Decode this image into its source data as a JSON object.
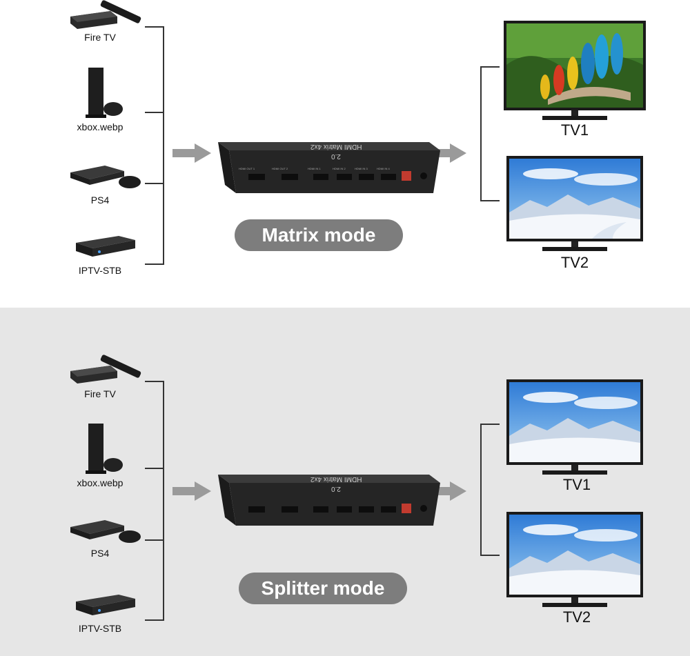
{
  "top": {
    "sources": [
      "Fire TV",
      "xbox.webp",
      "PS4",
      "IPTV-STB"
    ],
    "mode_label": "Matrix mode",
    "outputs": [
      "TV1",
      "TV2"
    ]
  },
  "bottom": {
    "sources": [
      "Fire TV",
      "xbox.webp",
      "PS4",
      "IPTV-STB"
    ],
    "mode_label": "Splitter mode",
    "outputs": [
      "TV1",
      "TV2"
    ]
  },
  "device": {
    "name": "HDMI Matrix 4x2",
    "version": "2.0",
    "ports": [
      "HDMI OUT 1",
      "HDMI OUT 2",
      "HDMI IN 1",
      "HDMI IN 2",
      "HDMI IN 3",
      "HDMI IN 4"
    ]
  },
  "colors": {
    "arrow": "#9a9a9a",
    "pill": "#7d7d7d",
    "bottom_bg": "#e6e6e6"
  }
}
